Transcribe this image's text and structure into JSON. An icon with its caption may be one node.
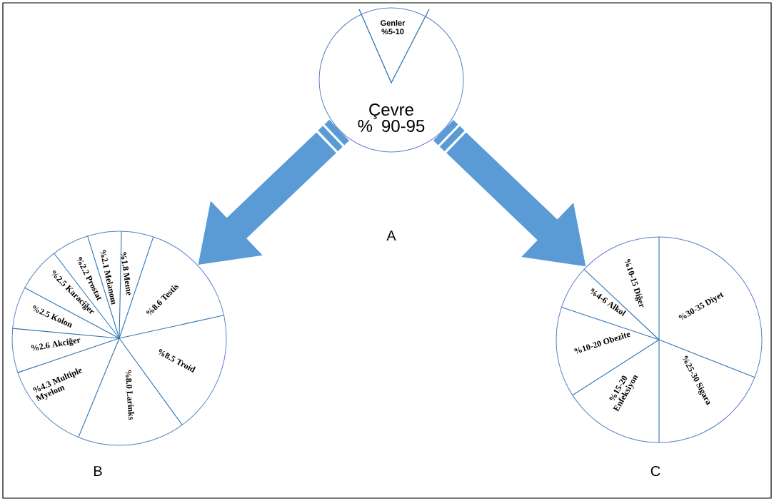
{
  "diagram": {
    "nodes": [
      {
        "text": [
          "Genler %5-10",
          "Çevre % 90-95"
        ]
      },
      {
        "text": [
          "%1.8 Meme",
          "%2.1 Melanom",
          "%2.2 Prostat",
          "%2.5 Karaciğer",
          "%2.5 Kolon",
          "%2.6 Akciğer",
          "%4.3 Multiple Myelom",
          "%8.0 Larinks",
          "%8.5 Troid",
          "%8.6 Testis"
        ],
        "beside": [
          "B"
        ]
      },
      {
        "text": [
          "%10-15 Diğer",
          "%4-6 Alkol",
          "%10-20 Obezite",
          "%15-20 Enfeksiyon",
          "%25-30 Sigara",
          "%30-35 Diyet"
        ],
        "beside": [
          "C"
        ]
      }
    ],
    "edges": [
      {
        "from": 0,
        "to": 1,
        "arrow": "to"
      },
      {
        "from": 0,
        "to": 2,
        "arrow": "to"
      }
    ],
    "labels": [
      "A"
    ]
  }
}
